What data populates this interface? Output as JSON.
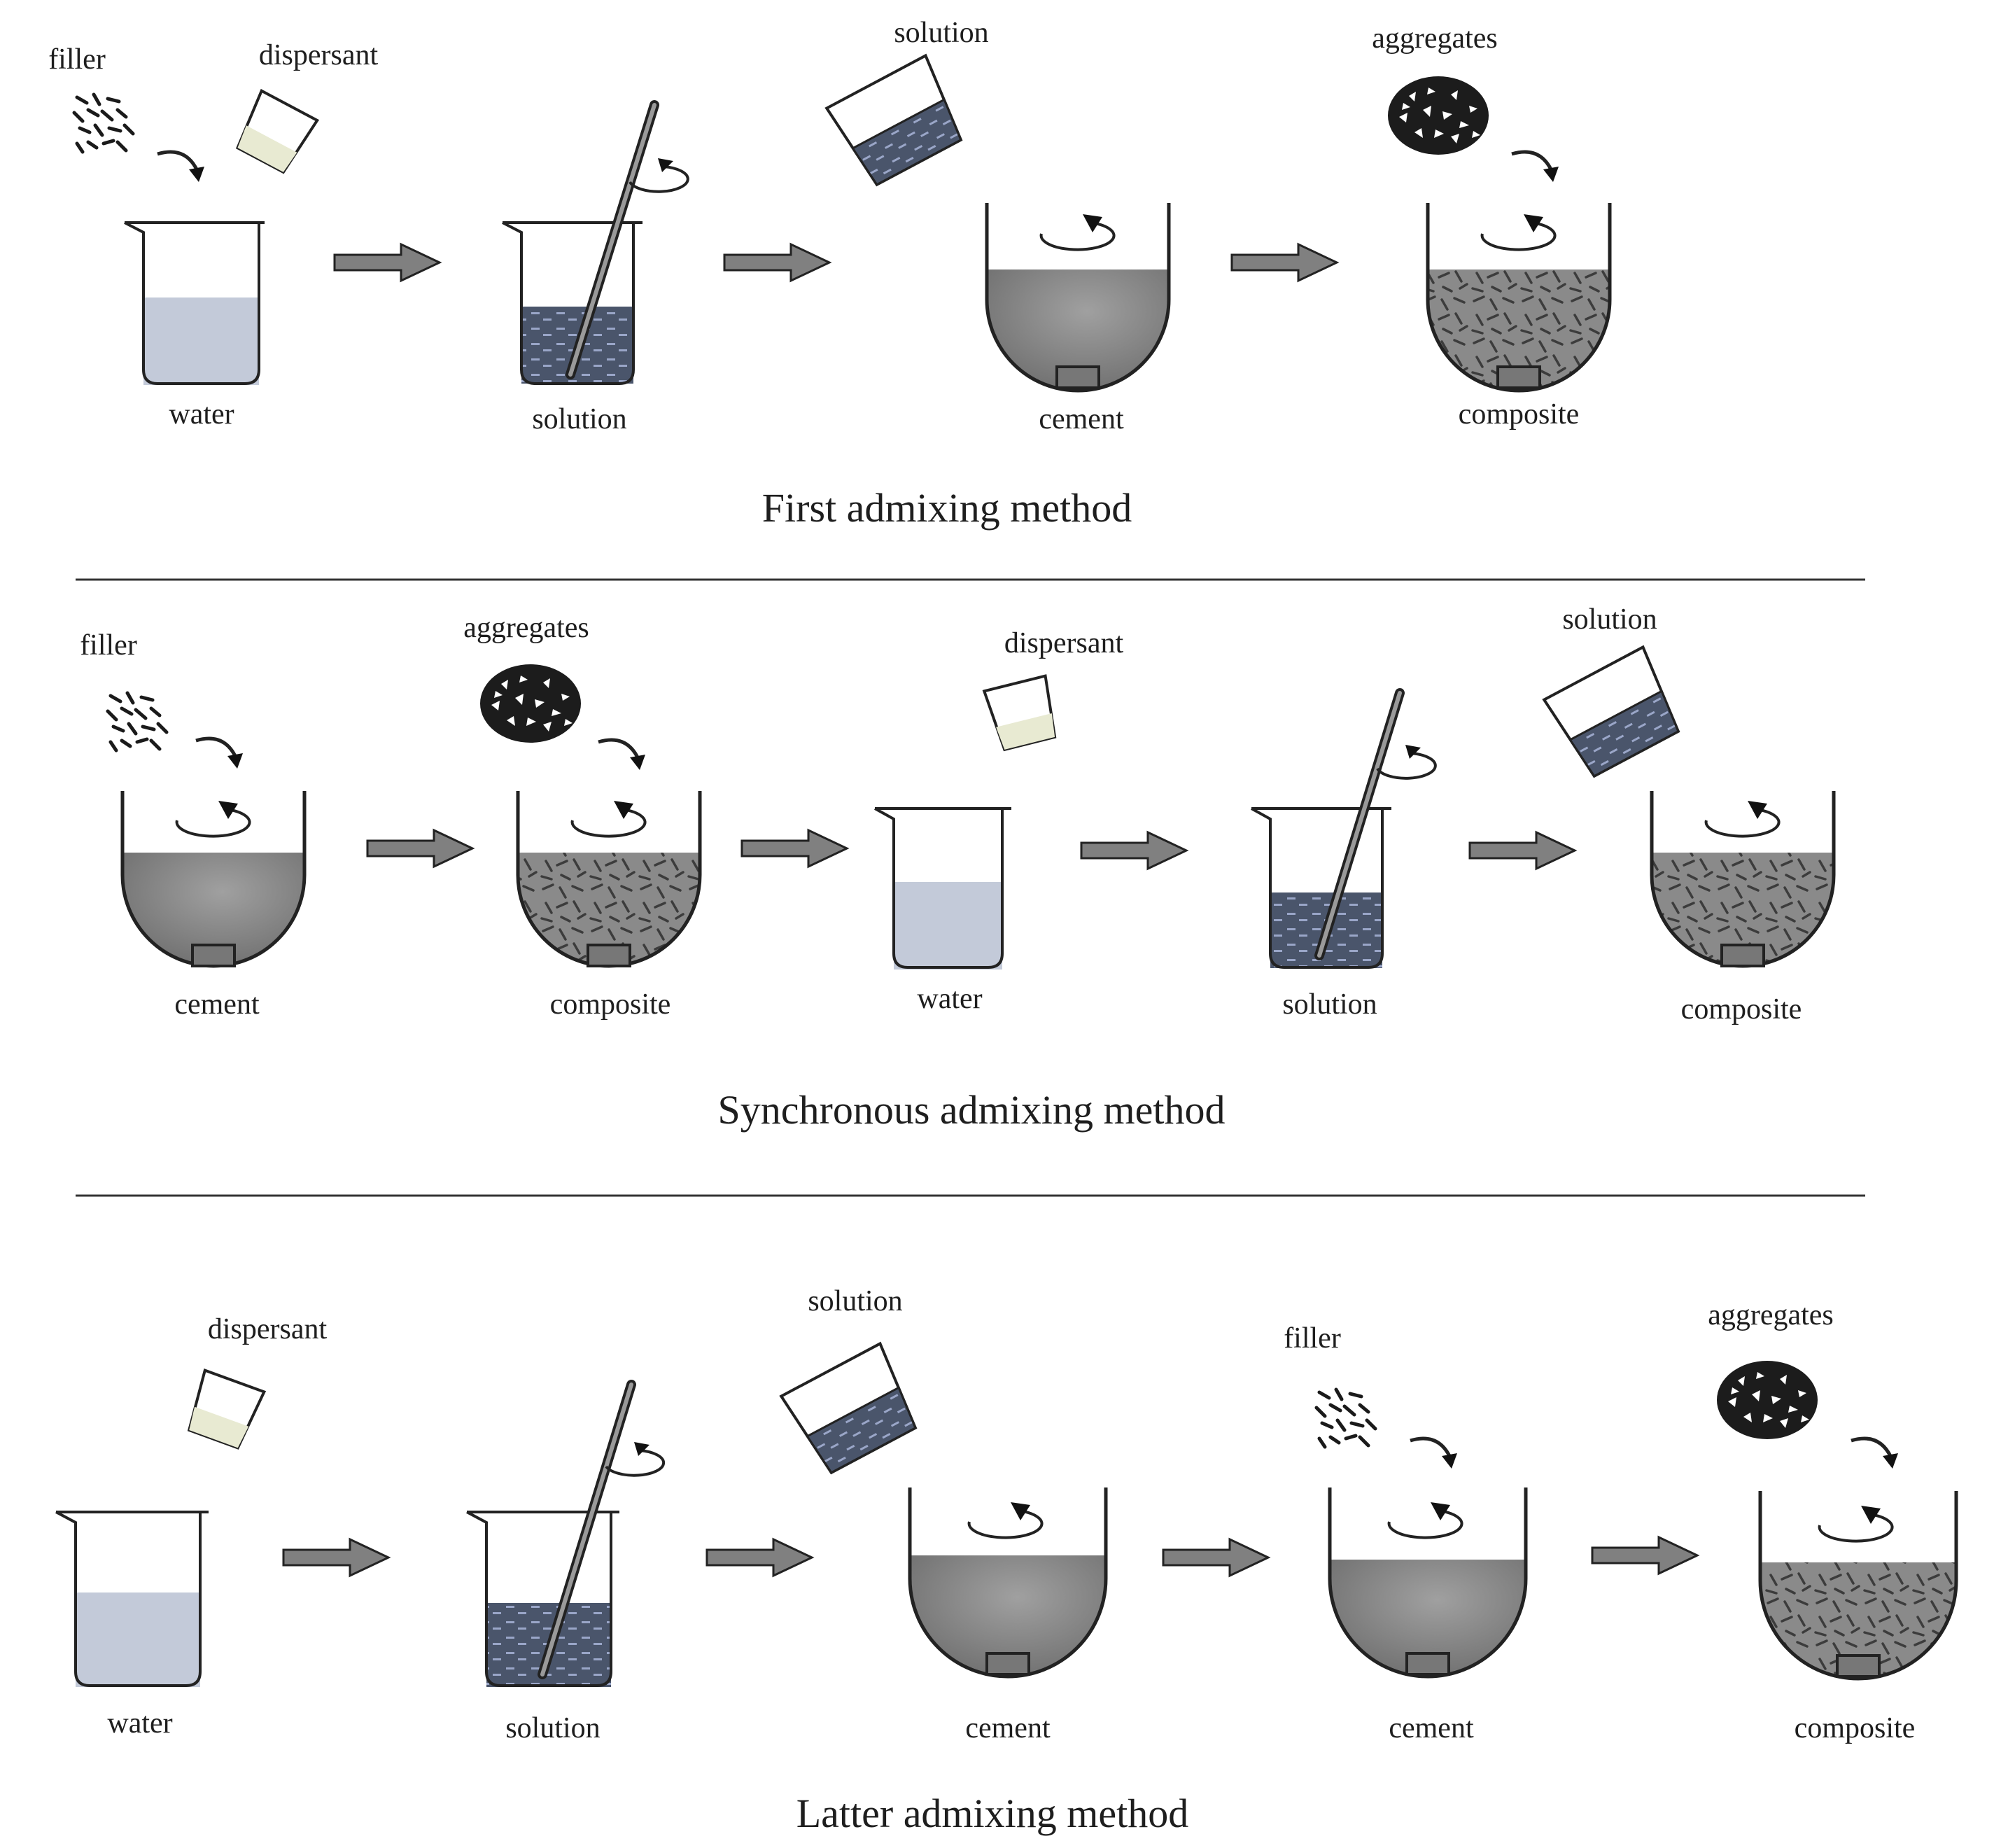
{
  "colors": {
    "water": "#c3cad9",
    "solution": "#4a556b",
    "cement": "#858585",
    "stroke": "#222222",
    "arrow": "#808080",
    "dispersant_liquid": "#e8ead2"
  },
  "sections": [
    {
      "title": "First admixing method",
      "labels": {
        "filler": "filler",
        "dispersant": "dispersant",
        "water": "water",
        "solution_stir": "solution",
        "solution_pour": "solution",
        "cement": "cement",
        "aggregates": "aggregates",
        "composite": "composite"
      }
    },
    {
      "title": "Synchronous admixing method",
      "labels": {
        "filler": "filler",
        "cement": "cement",
        "aggregates": "aggregates",
        "composite1": "composite",
        "dispersant": "dispersant",
        "water": "water",
        "solution_stir": "solution",
        "solution_pour": "solution",
        "composite2": "composite"
      }
    },
    {
      "title": "Latter admixing method",
      "labels": {
        "dispersant": "dispersant",
        "water": "water",
        "solution_stir": "solution",
        "solution_pour": "solution",
        "cement1": "cement",
        "filler": "filler",
        "cement2": "cement",
        "aggregates": "aggregates",
        "composite": "composite"
      }
    }
  ]
}
